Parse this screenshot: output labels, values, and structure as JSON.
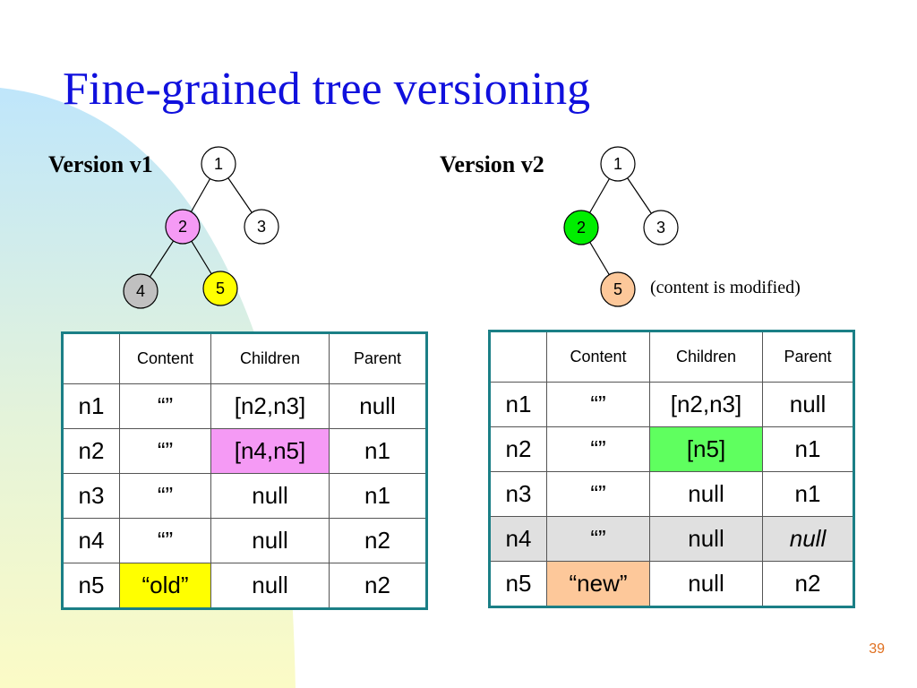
{
  "title": "Fine-grained tree versioning",
  "colors": {
    "title": "#1010dd",
    "pink": "#f59af5",
    "yellow": "#ffff00",
    "gray": "#c0c0c0",
    "green": "#00ee00",
    "peach": "#fdc89a",
    "light_green": "#5fff5f",
    "row_gray": "#e0e0e0",
    "table_border": "#1b7f86",
    "page_number": "#e07020"
  },
  "version1": {
    "label": "Version v1",
    "nodes": [
      "1",
      "2",
      "3",
      "4",
      "5"
    ]
  },
  "version2": {
    "label": "Version v2",
    "nodes": [
      "1",
      "2",
      "3",
      "5"
    ],
    "note": "(content is modified)"
  },
  "table_v1": {
    "headers": [
      "",
      "Content",
      "Children",
      "Parent"
    ],
    "rows": [
      [
        "n1",
        "“”",
        "[n2,n3]",
        "null"
      ],
      [
        "n2",
        "“”",
        "[n4,n5]",
        "n1"
      ],
      [
        "n3",
        "“”",
        "null",
        "n1"
      ],
      [
        "n4",
        "“”",
        "null",
        "n2"
      ],
      [
        "n5",
        "“old”",
        "null",
        "n2"
      ]
    ]
  },
  "table_v2": {
    "headers": [
      "",
      "Content",
      "Children",
      "Parent"
    ],
    "rows": [
      [
        "n1",
        "“”",
        "[n2,n3]",
        "null"
      ],
      [
        "n2",
        "“”",
        "[n5]",
        "n1"
      ],
      [
        "n3",
        "“”",
        "null",
        "n1"
      ],
      [
        "n4",
        "“”",
        "null",
        "null"
      ],
      [
        "n5",
        "“new”",
        "null",
        "n2"
      ]
    ]
  },
  "page_number": "39"
}
